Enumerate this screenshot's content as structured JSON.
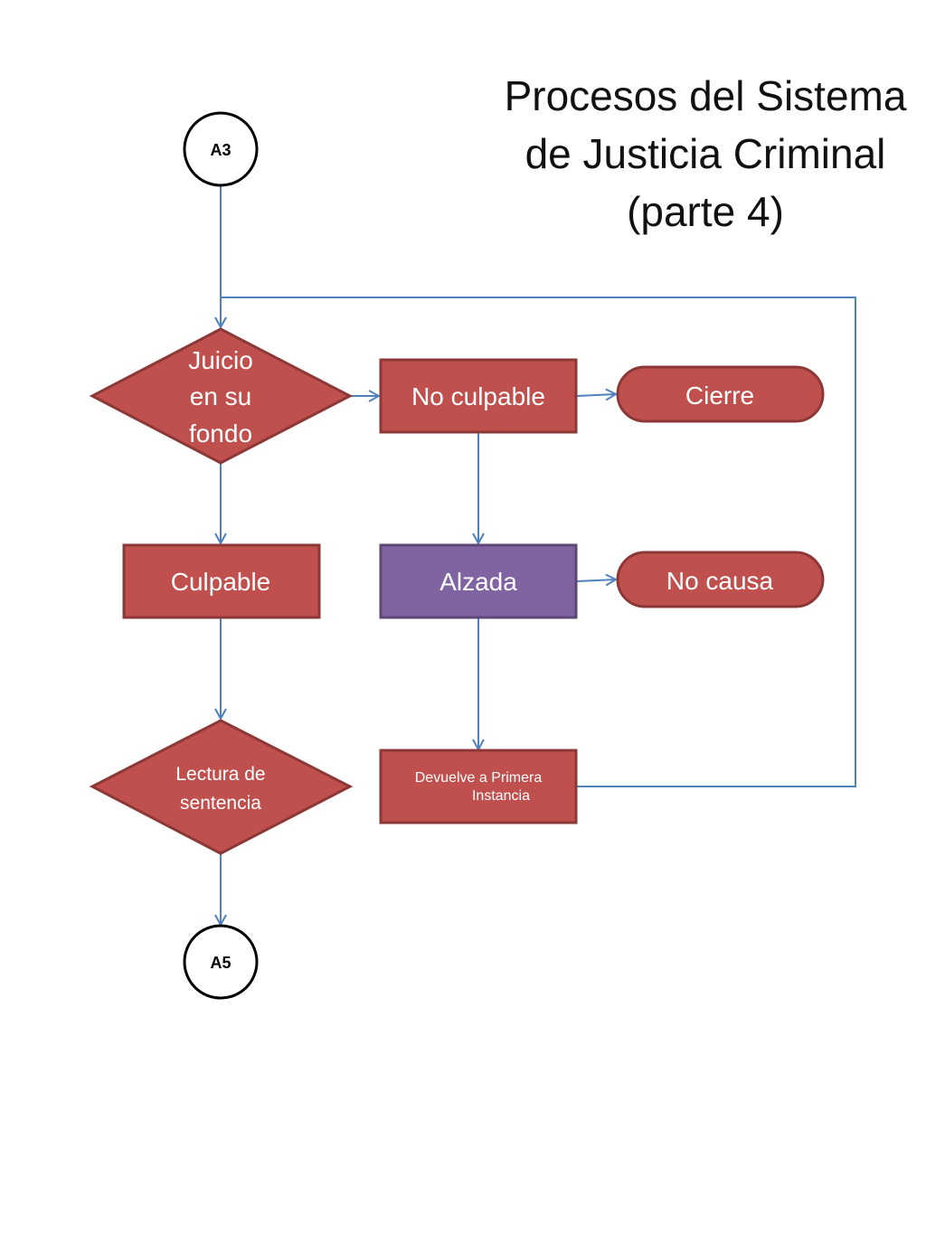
{
  "title": {
    "lines": [
      "Procesos del Sistema",
      "de Justicia Criminal",
      "(parte 4)"
    ]
  },
  "connectors": {
    "top": "A3",
    "bottom": "A5"
  },
  "nodes": {
    "juicio": {
      "lines": [
        "Juicio",
        "en su",
        "fondo"
      ],
      "shape": "decision"
    },
    "no_culpable": {
      "label": "No culpable",
      "shape": "process"
    },
    "cierre": {
      "label": "Cierre",
      "shape": "terminator"
    },
    "culpable": {
      "label": "Culpable",
      "shape": "process"
    },
    "alzada": {
      "label": "Alzada",
      "shape": "process"
    },
    "no_causa": {
      "label": "No causa",
      "shape": "terminator"
    },
    "lectura": {
      "lines": [
        "Lectura de",
        "sentencia"
      ],
      "shape": "decision"
    },
    "devuelve": {
      "lines": [
        "Devuelve a Primera",
        "Instancia"
      ],
      "shape": "process"
    }
  },
  "colors": {
    "node_fill": "#c0504d",
    "node_stroke": "#8c3836",
    "alzada_fill": "#8064a2",
    "alzada_stroke": "#5c4776",
    "arrow": "#4f81bd",
    "connector_stroke": "#000000"
  }
}
